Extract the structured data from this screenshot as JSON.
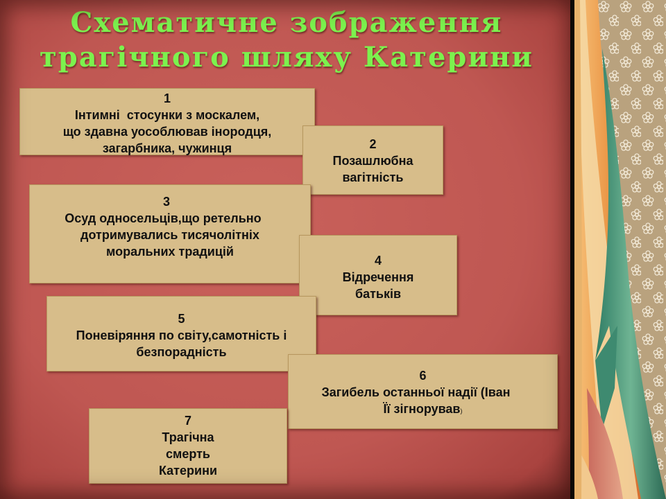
{
  "slide": {
    "title_line1": "Схематичне зображення",
    "title_line2": "трагічного шляху Катерини"
  },
  "boxes": [
    {
      "number": "1",
      "lines": [
        "Інтимні  стосунки з москалем,",
        "що здавна уособлював інородця,",
        "загарбника, чужинця"
      ]
    },
    {
      "number": "2",
      "lines": [
        "Позашлюбна",
        "вагітність"
      ]
    },
    {
      "number": "3",
      "lines": [
        "Осуд односельців,що ретельно",
        "дотримувались тисячолітніх",
        "моральних традицій"
      ]
    },
    {
      "number": "4",
      "lines": [
        "Відречення",
        "батьків"
      ]
    },
    {
      "number": "5",
      "lines": [
        "Поневіряння по світу,самотність і",
        "безпорадність"
      ]
    },
    {
      "number": "6",
      "lines": [
        "Загибель останньої надії (Іван",
        "Її зігнорував"
      ],
      "suffix": ")"
    },
    {
      "number": "7",
      "lines": [
        "Трагічна",
        "смерть",
        "Катерини"
      ]
    }
  ],
  "colors": {
    "slide_background": "#c25b56",
    "title": "#7cf24e",
    "box_fill": "#d7bd8a",
    "text": "#111111"
  }
}
